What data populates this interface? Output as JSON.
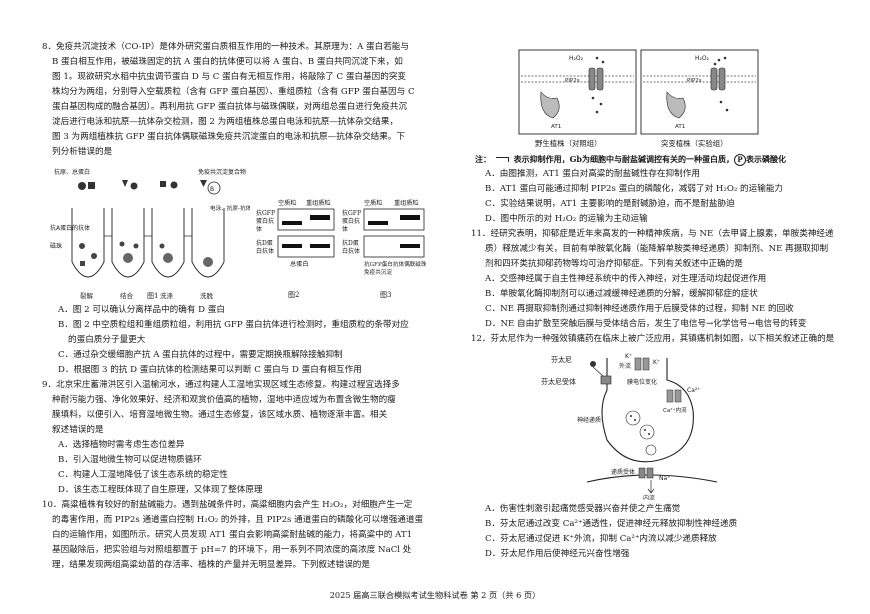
{
  "q8": {
    "lines": [
      "8．免疫共沉淀技术（CO-IP）是体外研究蛋白质相互作用的一种技术。其原理为：A 蛋白若能与",
      "B 蛋白相互作用，被磁珠固定的抗 A 蛋白的抗体便可以将 A 蛋白、B 蛋白共同沉淀下来，如",
      "图 1。现欲研究水稻中抗虫调节蛋白 D 与 C 蛋白有无相互作用，将敲除了 C 蛋白基因的突变",
      "株均分为两组，分别导入空载质粒（含有 GFP 蛋白基因）、重组质粒（含有 GFP 蛋白基因与 C",
      "蛋白基因构成的融合基因）。再利用抗 GFP 蛋白抗体与磁珠偶联，对两组总蛋白进行免疫共沉",
      "淀后进行电泳和抗原—抗体杂交检测，图 2 为两组植株总蛋白电泳和抗原—抗体杂交结果，",
      "图 3 为两组植株抗 GFP 蛋白抗体偶联磁珠免疫共沉淀蛋白的电泳和抗原—抗体杂交结果。下",
      "列分析错误的是"
    ],
    "fig1": {
      "labels": [
        "抗原、总蛋白",
        "抗A蛋白的抗体",
        "磁珠",
        "免疫共沉淀复合物",
        "电泳、抗原-抗体杂交检测"
      ],
      "steps": [
        "裂解",
        "结合",
        "洗涤",
        "洗脱"
      ],
      "caption": "图1"
    },
    "fig2": {
      "col_headers": [
        "空质粒",
        "重组质粒"
      ],
      "row_labels": [
        "抗GFP蛋白抗体",
        "抗D蛋白抗体"
      ],
      "bottom": "总蛋白",
      "caption": "图2"
    },
    "fig3": {
      "col_headers": [
        "空质粒",
        "重组质粒"
      ],
      "row_labels": [
        "抗GFP蛋白抗体",
        "抗D蛋白抗体"
      ],
      "bottom": "抗GFP蛋白抗体偶联磁珠免疫共沉淀",
      "caption": "图3"
    },
    "options": [
      "A．图 2 可以确认分离样品中的确有 D 蛋白",
      "B．图 2 中空质粒组和重组质粒组，利用抗 GFP 蛋白抗体进行检测时，重组质粒的条带对应",
      "的蛋白质分子量更大",
      "C．通过杂交缓细胞产抗 A 蛋白抗体的过程中，需要定期换瓶解除接触抑制",
      "D．根据图 3 的抗 D 蛋白抗体的检测结果可以判断 C 蛋白与 D 蛋白有相互作用"
    ]
  },
  "q9": {
    "lines": [
      "9．北京宋庄蓄滞洪区引入温榆河水，通过构建人工湿地实现区域生态修复。构建过程宜选择多",
      "种耐污能力强、净化效果好、经济和观赏价值高的植物，湿地中适应域为布置含微生物的瘦",
      "膜填料，以便引入、培育湿地微生物。通过生态修复，该区域水质、植物逐渐丰富。相关",
      "叙述错误的是"
    ],
    "options": [
      "A．选择植物时需考虑生态位差异",
      "B．引入湿地微生物可以促进物质循环",
      "C．构建人工湿地降低了该生态系统的稳定性",
      "D．该生态工程既体现了自生原理，又体现了整体原理"
    ]
  },
  "q10": {
    "lines": [
      "10．高粱植株有较好的耐盐碱能力。遇到盐碱条件时，高粱细胞内会产生 H₂O₂，对细胞产生一定",
      "的毒害作用，而 PIP2s 通道蛋白控制 H₂O₂ 的外排，且 PIP2s 通道蛋白的磷酸化可以增强通道蛋",
      "白的运输作用，如图所示。研究人员发现 AT1 蛋白会影响高粱耐盐碱的能力，将高粱中的 AT1",
      "基因敲除后，把实验组与对照组都置于 pH=7 的环境下，用一系列不同浓度的高浓度 NaCl 处",
      "理，结果发现两组高粱幼苗的存活率、植株的产量并无明显差异。下列叙述错误的是"
    ],
    "fig": {
      "left_caption": "野生植株（对照组）",
      "right_caption": "突变植株（实验组）",
      "h2o2": "H₂O₂",
      "pip2s": "PIP2s",
      "at1": "AT1",
      "note_prefix": "注：",
      "note_body": "表示抑制作用，Gb为细胞中与耐盐碱调控有关的一种蛋白质，",
      "note_p": "P",
      "note_tail": "表示磷酸化"
    },
    "options": [
      "A．由图推测，AT1 蛋白对高粱的耐盐碱性存在抑制作用",
      "B．AT1 蛋白可能通过抑制 PIP2s 蛋白的磷酸化，减弱了对 H₂O₂ 的运输能力",
      "C．实验结果说明，AT1 主要影响的是耐碱胁迫，而不是耐盐胁迫",
      "D．图中所示的对 H₂O₂ 的运输为主动运输"
    ]
  },
  "q11": {
    "lines": [
      "11．经研究表明，抑郁症是近年来高发的一种精神疾病，与 NE（去甲肾上腺素，单胺类神经递",
      "质）释放减少有关，目前有单胺氧化酶（能降解单胺类神经递质）抑制剂、NE 再摄取抑制",
      "剂和四环类抗抑郁药物等均可治疗抑郁症。下列有关叙述中正确的是"
    ],
    "options": [
      "A．交感神经属于自主性神经系统中的传入神经，对生理活动均起促进作用",
      "B．单胺氧化酶抑制剂可以通过减缓神经递质的分解，缓解抑郁症的症状",
      "C．NE 再摄取抑制剂通过抑制神经递质作用于后膜受体的过程，抑制 NE 的回收",
      "D．NE 自由扩散至突触后膜与受体结合后，发生了电信号→化学信号→电信号的转变"
    ]
  },
  "q12": {
    "lines": [
      "12．芬太尼作为一种强效镇痛药在临床上被广泛应用，其镇痛机制如图，以下相关叙述正确的是"
    ],
    "fig": {
      "fentanyl": "芬太尼",
      "receptor": "芬太尼受体",
      "k": "K⁺",
      "k_out": "外流",
      "potential": "膜电位变化",
      "ca": "Ca²⁺",
      "ca_in": "Ca²⁺内流",
      "vesicle": "神经递质",
      "receptor2": "递质受体",
      "na": "Na⁺",
      "na_in": "内流"
    },
    "options": [
      "A．伤害性刺激引起痛觉感受器兴奋并使之产生痛觉",
      "B．芬太尼通过改变 Ca²⁺通透性，促进神经元释放抑制性神经递质",
      "C．芬太尼通过促进 K⁺外流，抑制 Ca²⁺内流以减少递质释放",
      "D．芬太尼作用后使神经元兴奋性增强"
    ]
  },
  "footer": "2025 届高三联合模拟考试生物科试卷  第 2 页（共 6 页）"
}
